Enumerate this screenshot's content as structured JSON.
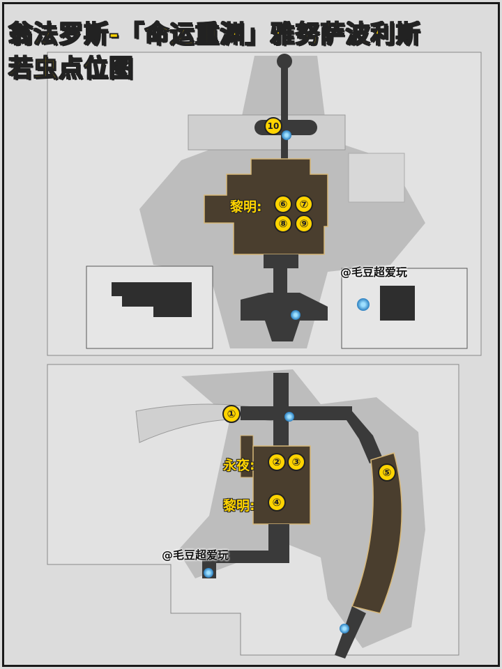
{
  "title": {
    "line1": "翁法罗斯-「命运重渊」雅努萨波利斯",
    "line2": "若虫点位图"
  },
  "watermark": "@毛豆超爱玩",
  "upper_map": {
    "label_dawn": "黎明:",
    "markers": [
      "⑥",
      "⑦",
      "⑧",
      "⑨"
    ],
    "marker_top": "10"
  },
  "lower_map": {
    "marker_1": "①",
    "label_night": "永夜:",
    "night_markers": [
      "②",
      "③"
    ],
    "label_dawn": "黎明:",
    "dawn_markers": [
      "④"
    ],
    "marker_5": "⑤"
  },
  "colors": {
    "highlight": "#ffd400",
    "area": "#4a3e2e",
    "path": "#3a3a3a",
    "fog": "#b5b5b5"
  }
}
